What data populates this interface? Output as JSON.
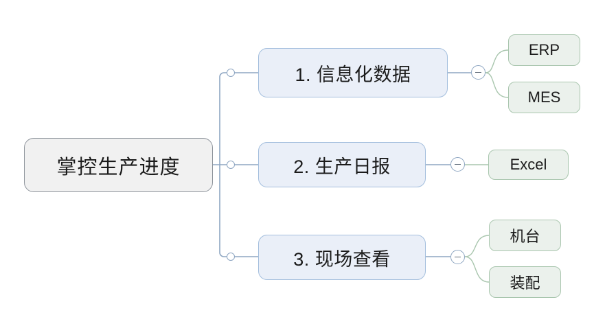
{
  "diagram": {
    "type": "mindmap",
    "orientation": "left-to-right",
    "background_color": "#ffffff",
    "root": {
      "label": "掌控生产进度",
      "fill_color": "#f1f1f1",
      "border_color": "#8d939b"
    },
    "branch_style": {
      "fill_color": "#eaeff8",
      "border_color": "#a3bedd"
    },
    "leaf_style": {
      "fill_color": "#ebf1ec",
      "border_color": "#a9c6ae"
    },
    "connector_colors": {
      "trunk": "#8ea6c2",
      "branch": "#8ea6c2",
      "leaf": "#a9c6ae"
    },
    "branches": [
      {
        "label": "1. 信息化数据",
        "toggle": "minus",
        "children": [
          {
            "label": "ERP"
          },
          {
            "label": "MES"
          }
        ]
      },
      {
        "label": "2. 生产日报",
        "toggle": "minus",
        "children": [
          {
            "label": "Excel"
          }
        ]
      },
      {
        "label": "3. 现场查看",
        "toggle": "minus",
        "children": [
          {
            "label": "机台"
          },
          {
            "label": "装配"
          }
        ]
      }
    ]
  }
}
